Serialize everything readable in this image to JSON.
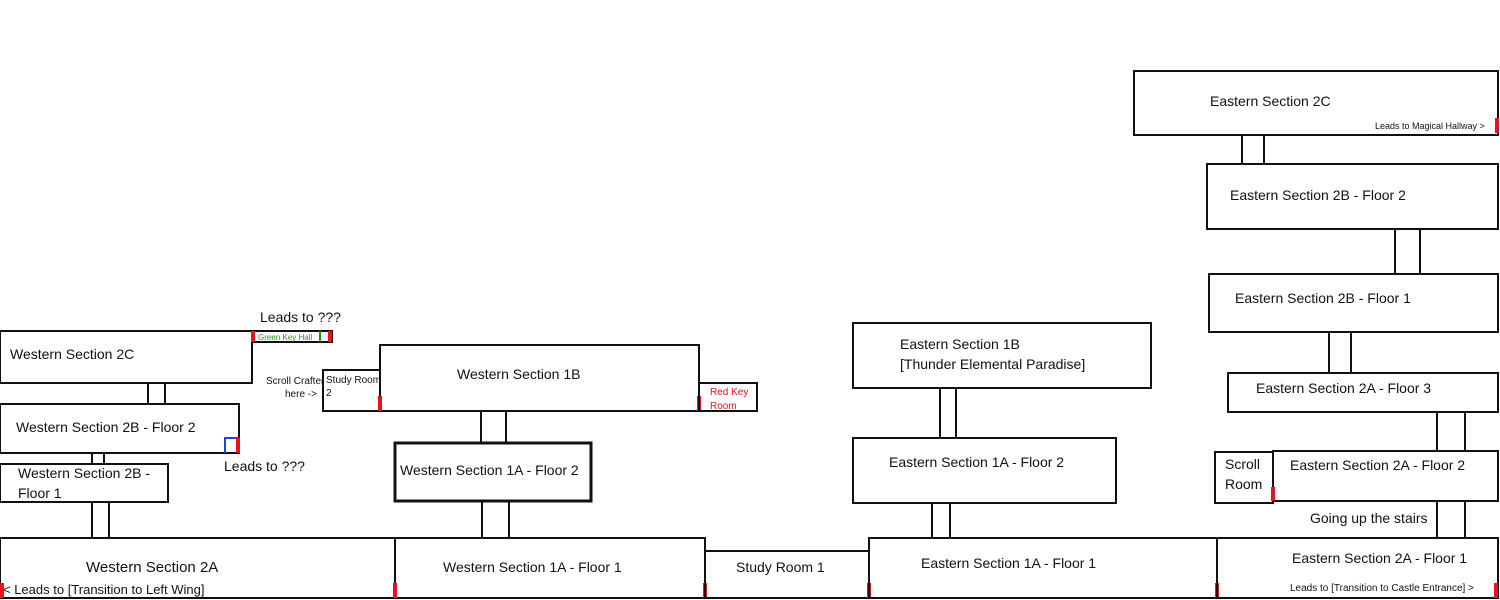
{
  "rooms": {
    "w2c": "Western Section 2C",
    "w2b_f2": "Western Section 2B - Floor 2",
    "w2b_f1_line1": "Western Section 2B -",
    "w2b_f1_line2": "Floor 1",
    "w2a": "Western Section 2A",
    "w1b": "Western Section 1B",
    "w1a_f2": "Western Section 1A - Floor 2",
    "w1a_f1": "Western Section 1A - Floor 1",
    "study2_line1": "Study Room",
    "study2_line2": "2",
    "study1": "Study Room 1",
    "redkey_line1": "Red Key",
    "redkey_line2": "Room",
    "greenkey": "Green Key Hall",
    "e1b_line1": "Eastern Section 1B",
    "e1b_line2": "[Thunder Elemental Paradise]",
    "e1a_f2": "Eastern Section 1A - Floor 2",
    "e1a_f1": "Eastern Section 1A - Floor 1",
    "e2c": "Eastern Section 2C",
    "e2b_f2": "Eastern Section 2B - Floor 2",
    "e2b_f1": "Eastern Section 2B - Floor 1",
    "e2a_f3": "Eastern Section 2A - Floor 3",
    "e2a_f2": "Eastern Section 2A - Floor 2",
    "e2a_f1": "Eastern Section 2A - Floor 1",
    "scroll_line1": "Scroll",
    "scroll_line2": "Room"
  },
  "notes": {
    "leads_top": "Leads to ???",
    "leads_mid": "Leads to ???",
    "scroll_crafter_line1": "Scroll Crafter",
    "scroll_crafter_line2": "here ->",
    "left_wing": "< Leads to [Transition to Left Wing]",
    "castle_entrance": "Leads to [Transition to Castle Entrance] >",
    "magical_hallway": "Leads to Magical Hallway >",
    "stairs": "Going up the stairs"
  },
  "colors": {
    "wall": "#111111",
    "door_red": "#e8141c",
    "door_blue": "#1f3fe0",
    "green_text": "#2f8f1a"
  }
}
